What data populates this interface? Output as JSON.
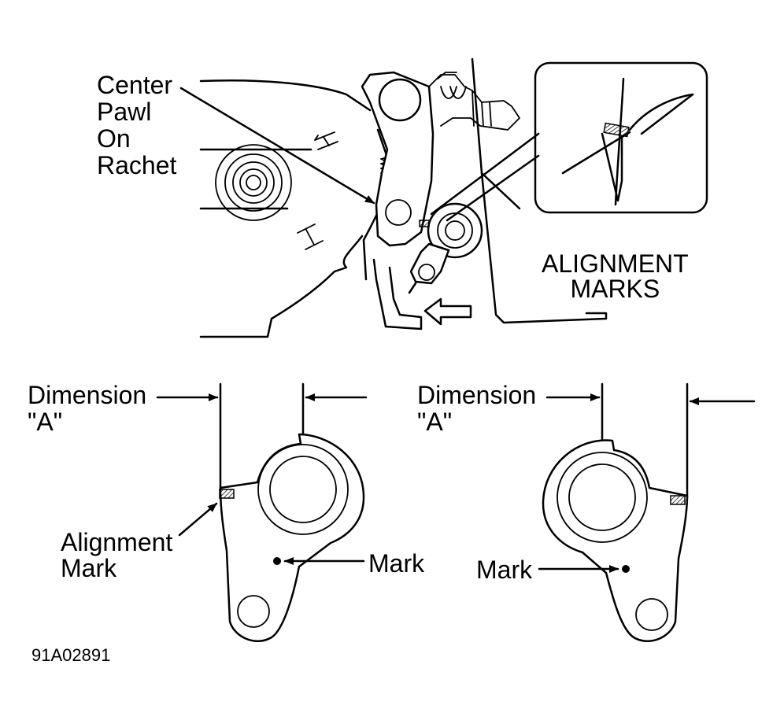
{
  "labels": {
    "center_pawl": "Center\nPawl\nOn\nRachet",
    "alignment_marks": "ALIGNMENT\nMARKS",
    "dimension_left": "Dimension\n\"A\"",
    "dimension_right": "Dimension\n\"A\"",
    "alignment_mark": "Alignment\nMark",
    "mark_left": "Mark",
    "mark_right": "Mark",
    "figure_code": "91A02891"
  },
  "icons": {
    "arrow": "arrow-icon",
    "lever": "adjuster-lever-icon",
    "detail": "detail-inset-icon"
  },
  "colors": {
    "ink": "#000000",
    "paper": "#ffffff"
  }
}
